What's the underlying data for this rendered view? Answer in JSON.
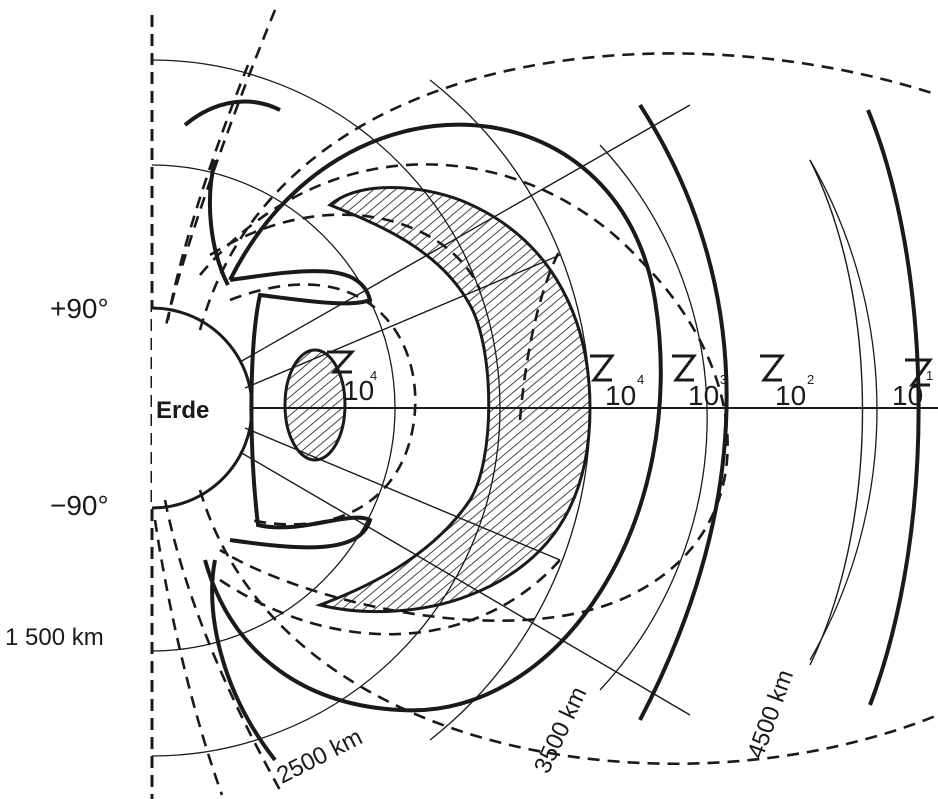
{
  "labels": {
    "earth": "Erde",
    "lat_north": "+90°",
    "lat_south": "−90°",
    "alt_1500": "1 500 km",
    "alt_2500": "2500 km",
    "alt_3500": "3500 km",
    "alt_4500": "4500 km"
  },
  "intensity_markers": [
    {
      "base": "10",
      "exponent": "4"
    },
    {
      "base": "10",
      "exponent": "4"
    },
    {
      "base": "10",
      "exponent": "3"
    },
    {
      "base": "10",
      "exponent": "2"
    },
    {
      "base": "10",
      "exponent": "1"
    }
  ],
  "colors": {
    "ink": "#1a1a1a",
    "paper": "#ffffff"
  }
}
